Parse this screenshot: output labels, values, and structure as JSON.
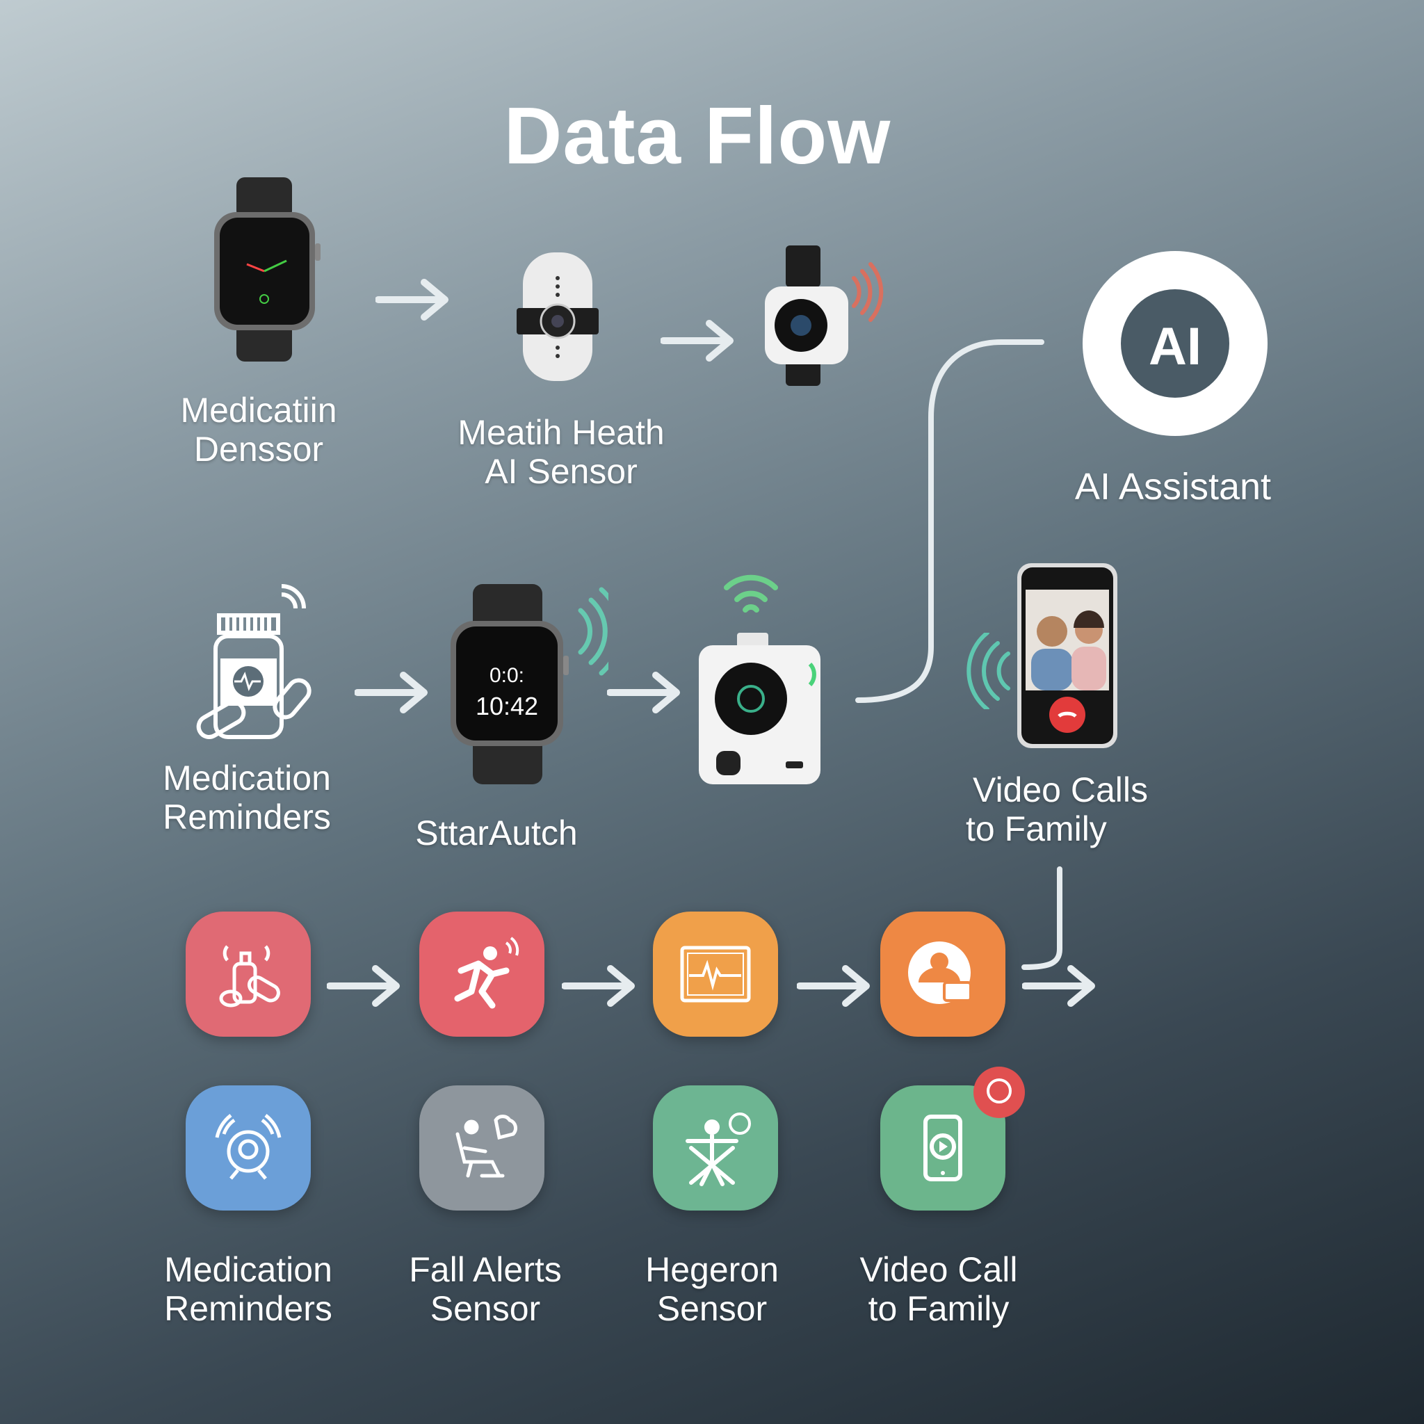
{
  "title": "Data Flow",
  "top_row": [
    {
      "label_lines": [
        "Medicatiin",
        "Denssor"
      ],
      "icon": "smartwatch-icon"
    },
    {
      "label_lines": [
        "Meatih Heath",
        "AI Sensor"
      ],
      "icon": "wearable-sensor-icon"
    },
    {
      "icon": "camera-sensor-icon"
    }
  ],
  "ai": {
    "badge": "AI",
    "label": "AI Assistant"
  },
  "middle_row": [
    {
      "label_lines": [
        "Medication",
        "Reminders"
      ],
      "icon": "pill-bottle-icon"
    },
    {
      "label": "SttarAutch",
      "icon": "smartwatch-icon",
      "screen_top": "0:0:",
      "screen_time": "10:42"
    },
    {
      "icon": "home-camera-icon"
    },
    {
      "label_lines": [
        "Video Calls",
        "to Family"
      ],
      "icon": "phone-video-call-icon"
    }
  ],
  "tile_row_1": [
    {
      "icon": "medication-alert-icon",
      "color": "#e06a74"
    },
    {
      "icon": "fall-detection-icon",
      "color": "#e4636c"
    },
    {
      "icon": "heart-monitor-icon",
      "color": "#f0a04a"
    },
    {
      "icon": "video-contact-icon",
      "color": "#ee8844"
    }
  ],
  "tile_row_2": [
    {
      "icon": "reminder-alarm-icon",
      "color": "#6b9fd8",
      "label_lines": [
        "Medication",
        "Reminders"
      ]
    },
    {
      "icon": "fall-alert-chair-icon",
      "color": "#8e969d",
      "label_lines": [
        "Fall Alerts",
        "Sensor"
      ]
    },
    {
      "icon": "person-sensor-icon",
      "color": "#6db592",
      "label_lines": [
        "Hegeron",
        "Sensor"
      ]
    },
    {
      "icon": "video-call-phone-icon",
      "color": "#6cb58c",
      "label_lines": [
        "Video Call",
        "to Family"
      ]
    }
  ]
}
